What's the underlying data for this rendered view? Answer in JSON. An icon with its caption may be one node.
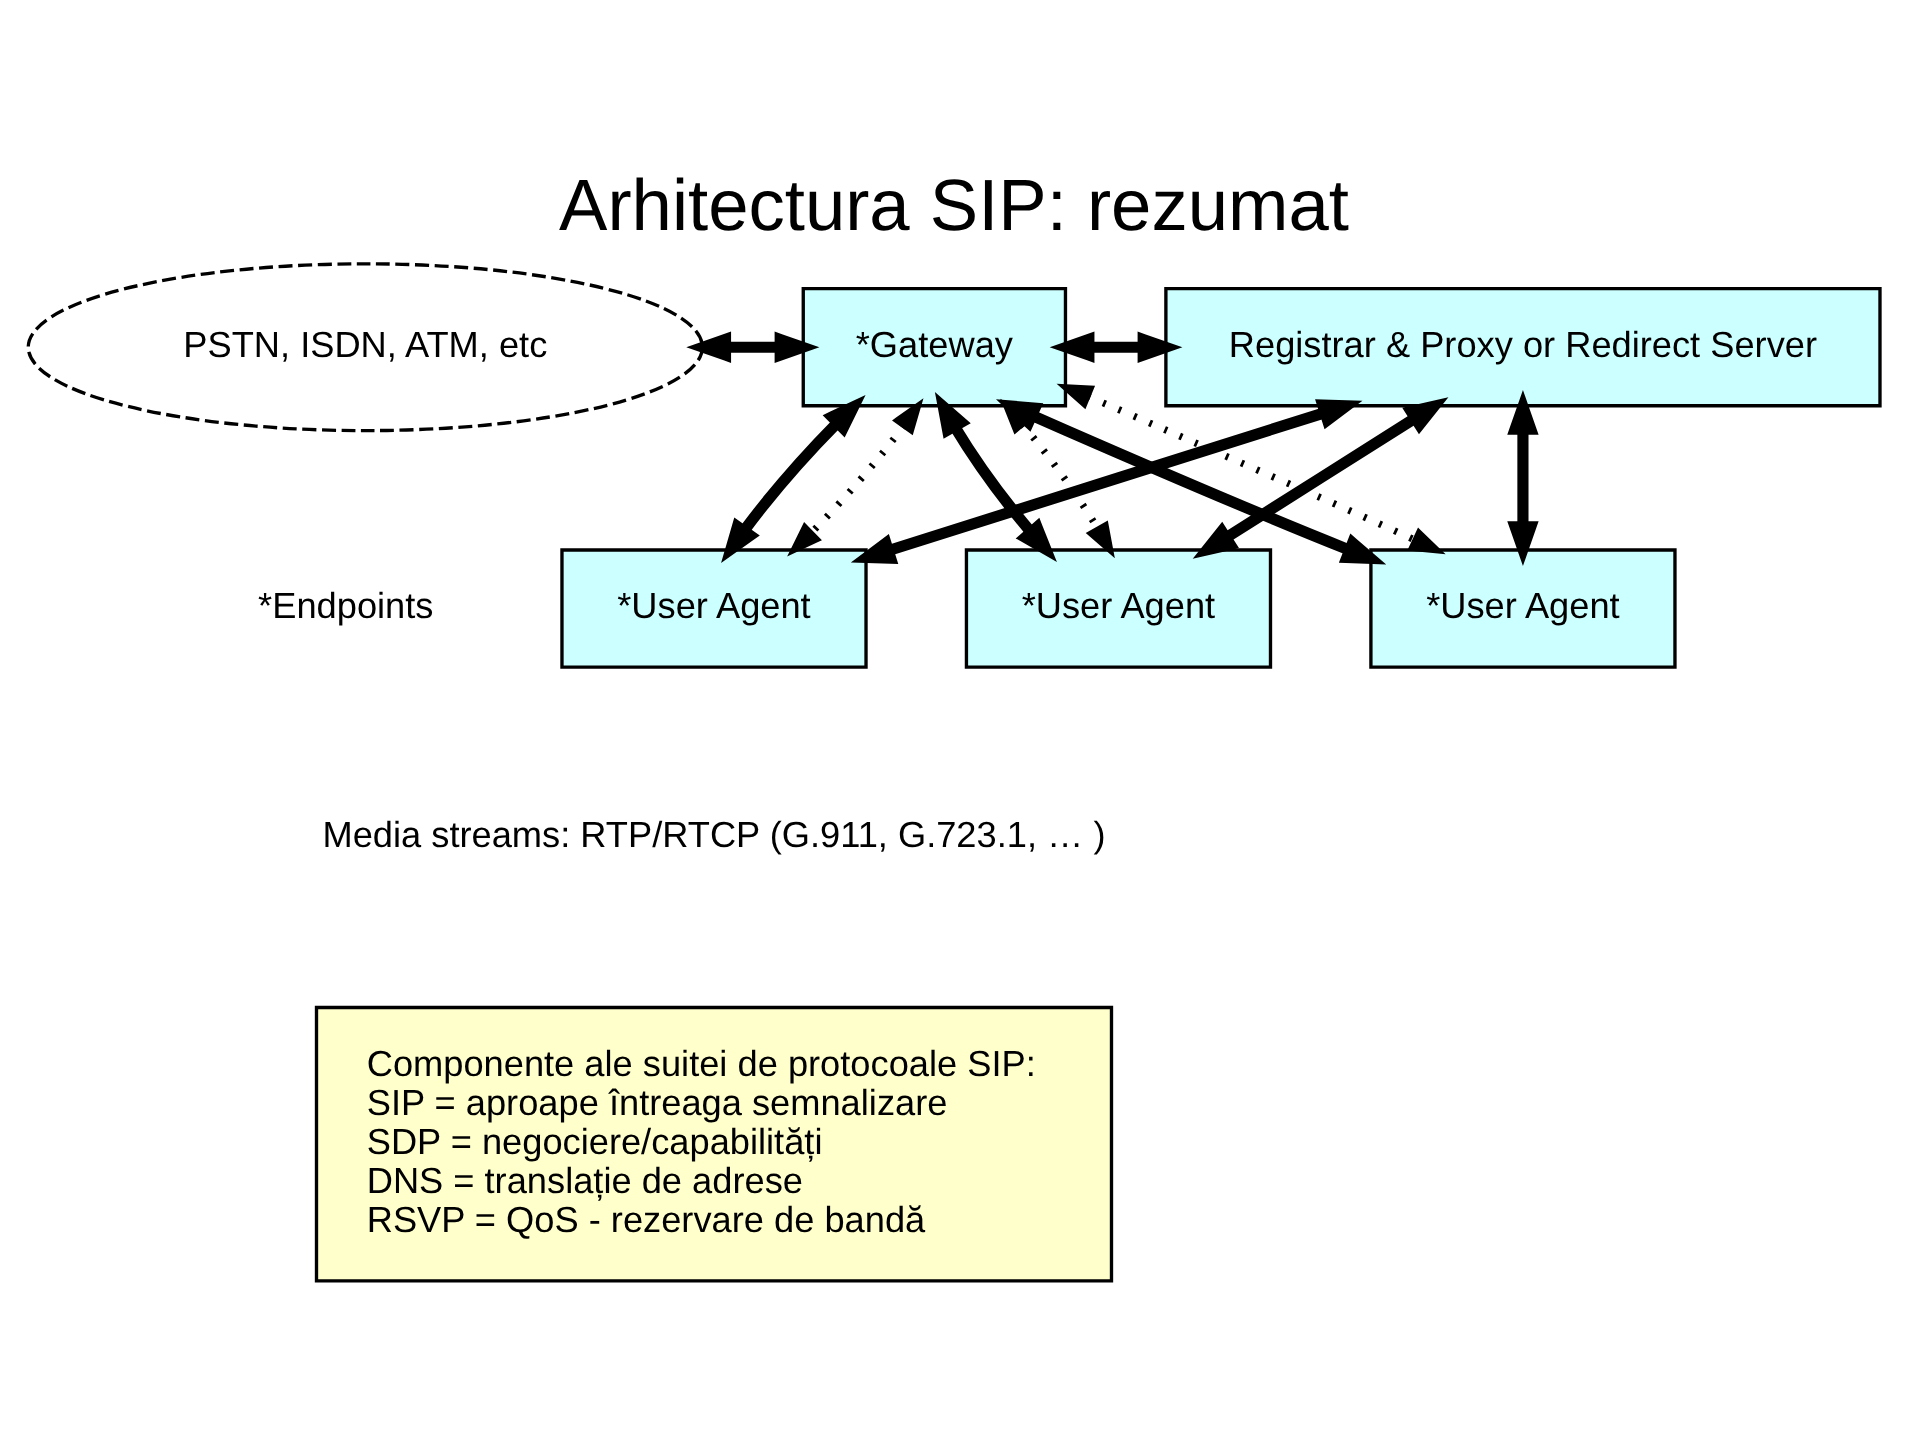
{
  "diagram": {
    "title": "Arhitectura SIP: rezumat",
    "nodes": [
      {
        "text": [
          "PSTN, ISDN, ATM, etc"
        ]
      },
      {
        "text": [
          "*Gateway"
        ]
      },
      {
        "text": [
          "Registrar & Proxy or Redirect Server"
        ]
      },
      {
        "text": [
          "*User Agent"
        ]
      },
      {
        "text": [
          "*User Agent"
        ]
      },
      {
        "text": [
          "*User Agent"
        ]
      },
      {
        "text": [
          "Componente ale suitei de protocoale SIP:",
          "SIP = aproape întreaga semnalizare",
          "SDP = negociere/capabilități",
          "DNS = translație de adrese",
          "RSVP = QoS - rezervare de bandă"
        ]
      }
    ],
    "edges": [
      {
        "from": 0,
        "to": 1,
        "arrow": "both"
      },
      {
        "from": 1,
        "to": 2,
        "arrow": "both"
      },
      {
        "from": 1,
        "to": 3,
        "arrow": "both"
      },
      {
        "from": 1,
        "to": 4,
        "arrow": "both"
      },
      {
        "from": 1,
        "to": 5,
        "arrow": "both"
      },
      {
        "from": 2,
        "to": 3,
        "arrow": "both"
      },
      {
        "from": 2,
        "to": 4,
        "arrow": "both"
      },
      {
        "from": 2,
        "to": 5,
        "arrow": "both"
      },
      {
        "from": 1,
        "to": 3,
        "arrow": "both",
        "style": "dashed"
      },
      {
        "from": 1,
        "to": 4,
        "arrow": "both",
        "style": "dashed"
      },
      {
        "from": 1,
        "to": 5,
        "arrow": "both",
        "style": "dashed"
      }
    ],
    "labels": [
      "*Endpoints",
      "Media streams: RTP/RTCP (G.911, G.723.1, … )"
    ]
  }
}
